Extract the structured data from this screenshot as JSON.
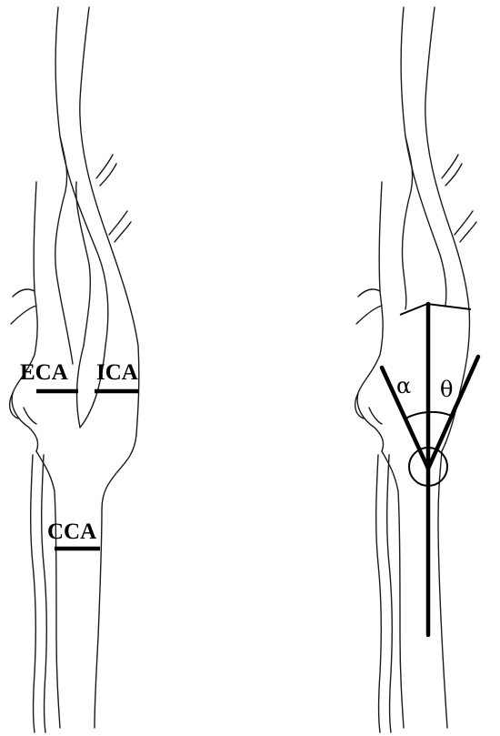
{
  "left_panel": {
    "labels": {
      "eca": "ECA",
      "ica": "ICA",
      "cca": "CCA"
    }
  },
  "right_panel": {
    "angles": {
      "alpha": "α",
      "theta": "θ"
    }
  }
}
